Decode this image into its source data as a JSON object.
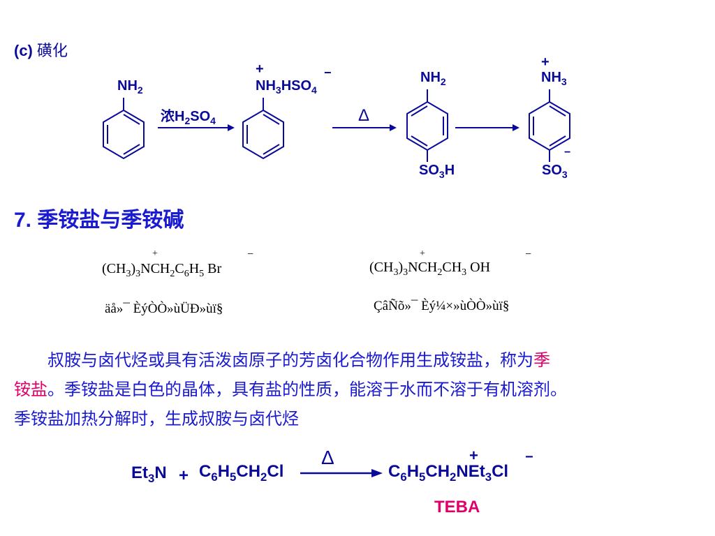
{
  "section_c": {
    "label": "(c)",
    "title": "磺化"
  },
  "sulfonation": {
    "reactant_group": "NH2",
    "reagent": "浓H2SO4",
    "salt_charge": "+",
    "salt_group": "NH3HSO4",
    "salt_anion_charge": "−",
    "heat_symbol": "Δ",
    "product1_top": "NH2",
    "product1_bottom": "SO3H",
    "product2_charge": "+",
    "product2_top": "NH3",
    "product2_bottom_charge": "−",
    "product2_bottom": "SO3"
  },
  "section7": {
    "number": "7.",
    "title": "季铵盐与季铵碱"
  },
  "quat": {
    "salt_formula": "(CH3)3NCH2C6H5 Br",
    "salt_plus": "+",
    "salt_minus": "−",
    "salt_name": "äå»¯ ÈýÒÒ»ùÜÐ»ùï§",
    "base_formula": "(CH3)3NCH2CH3 OH",
    "base_plus": "+",
    "base_minus": "−",
    "base_name": "ÇâÑõ»¯ Èý¼×»ùÒÒ»ùï§"
  },
  "paragraph": {
    "line1_a": "叔胺与卤代烃或具有活泼卤原子的芳卤化合物作用生成铵盐，称为",
    "line1_b": "季",
    "line2_a": "铵盐",
    "line2_b": "。季铵盐是白色的晶体，具有盐的性质，能溶于水而不溶于有机溶剂。",
    "line3": "季铵盐加热分解时，生成叔胺与卤代烃"
  },
  "reaction": {
    "reactant1": "Et3N",
    "plus": "+",
    "reactant2": "C6H5CH2Cl",
    "heat": "Δ",
    "product": "C6H5CH2NEt3Cl",
    "product_plus": "+",
    "product_minus": "−",
    "product_name": "TEBA"
  },
  "colors": {
    "text_blue": "#0a0a9a",
    "heading_blue": "#1a1ad0",
    "highlight_pink": "#e0006a"
  }
}
